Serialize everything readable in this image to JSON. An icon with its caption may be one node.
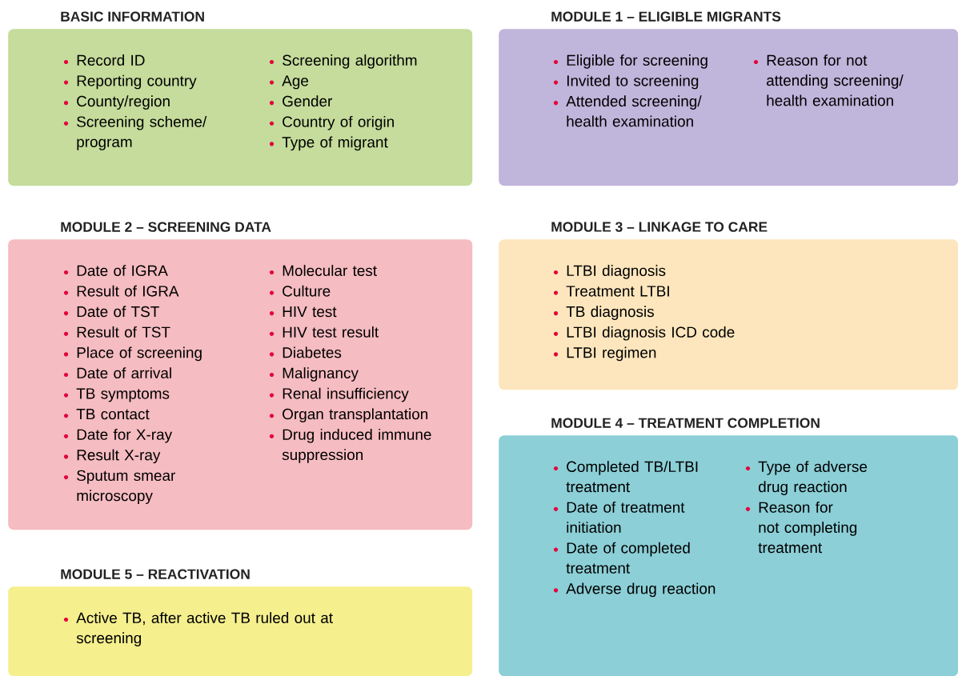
{
  "diagram": {
    "nodes": [
      {
        "text": [
          "BASIC INFORMATION",
          "Record ID",
          "Reporting country",
          "County/region",
          "Screening scheme/ program",
          "Screening algorithm",
          "Age",
          "Gender",
          "Country of origin",
          "Type of migrant"
        ]
      },
      {
        "text": [
          "MODULE 1 – ELIGIBLE MIGRANTS",
          "Eligible for screening",
          "Invited to screening",
          "Attended screening/ health examination",
          "Reason for not attending screening/ health examination"
        ]
      },
      {
        "text": [
          "MODULE 2 – SCREENING DATA",
          "Date of IGRA",
          "Result of IGRA",
          "Date of TST",
          "Result of TST",
          "Place of screening",
          "Date of arrival",
          "TB symptoms",
          "TB contact",
          "Date for X-ray",
          "Result X-ray",
          "Sputum smear microscopy",
          "Molecular test",
          "Culture",
          "HIV test",
          "HIV test result",
          "Diabetes",
          "Malignancy",
          "Renal insufficiency",
          "Organ transplantation",
          "Drug induced immune suppression"
        ]
      },
      {
        "text": [
          "MODULE 3 – LINKAGE TO CARE",
          "LTBI diagnosis",
          "Treatment LTBI",
          "TB diagnosis",
          "LTBI diagnosis ICD code",
          "LTBI regimen"
        ]
      },
      {
        "text": [
          "MODULE 4 – TREATMENT COMPLETION",
          "Completed TB/LTBI treatment",
          "Date of treatment initiation",
          "Date of completed treatment",
          "Adverse drug reaction",
          "Type of adverse drug reaction",
          "Reason for not completing treatment"
        ]
      },
      {
        "text": [
          "MODULE 5 – REACTIVATION",
          "Active TB, after active TB ruled out at screening"
        ]
      }
    ]
  }
}
